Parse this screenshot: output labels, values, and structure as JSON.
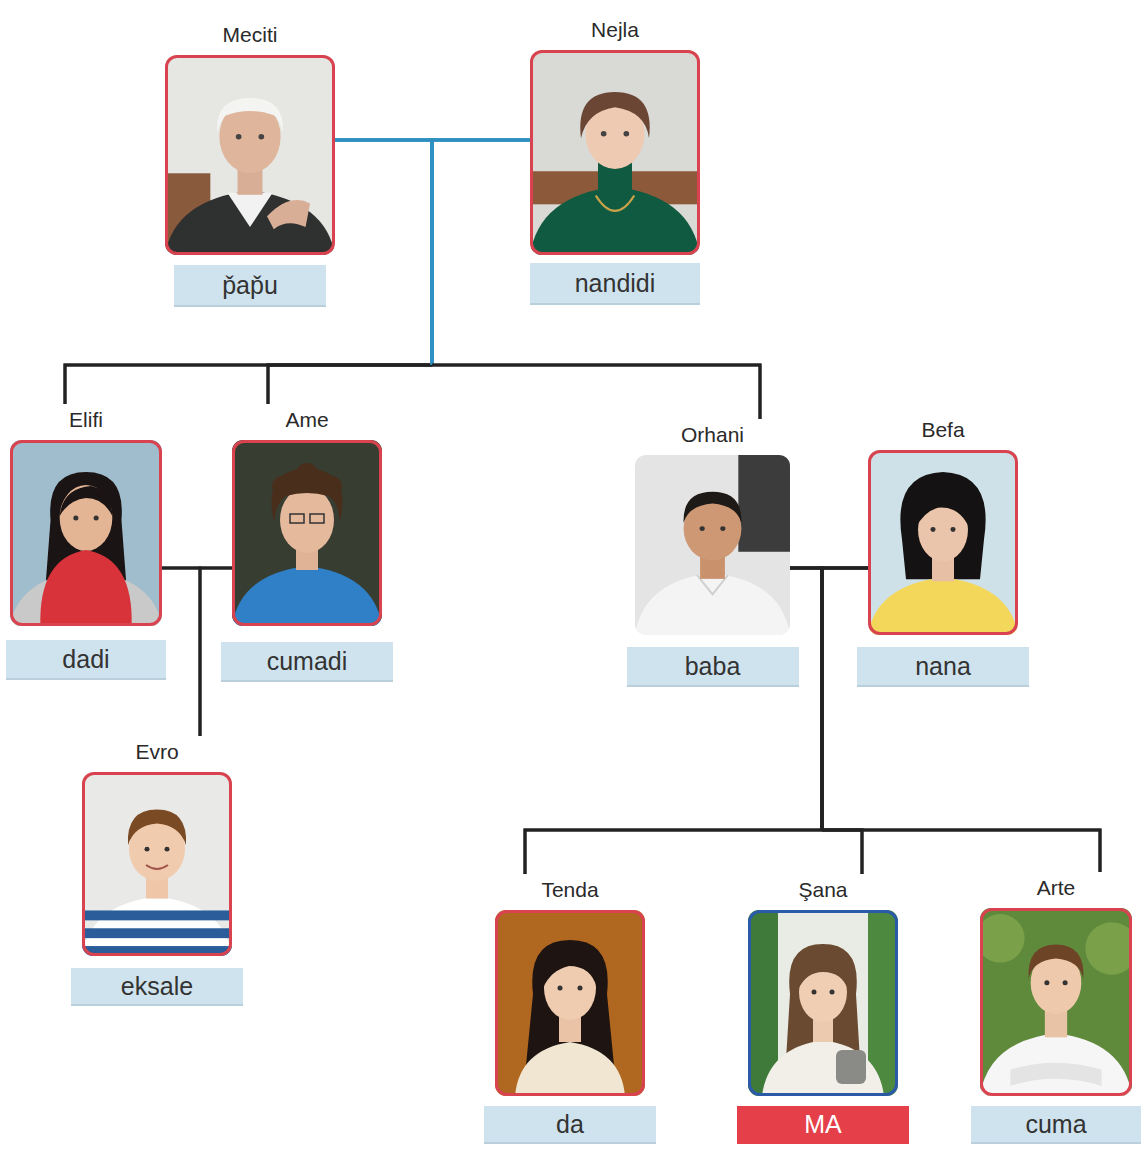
{
  "diagram": {
    "nodes": [
      {
        "text": [
          "Meciti",
          "p̌ap̌u"
        ]
      },
      {
        "text": [
          "Nejla",
          "nandidi"
        ]
      },
      {
        "text": [
          "Elifi",
          "dadi"
        ]
      },
      {
        "text": [
          "Ame",
          "cumadi"
        ]
      },
      {
        "text": [
          "Orhani",
          "baba"
        ]
      },
      {
        "text": [
          "Befa",
          "nana"
        ]
      },
      {
        "text": [
          "Evro",
          "eksale"
        ]
      },
      {
        "text": [
          "Tenda",
          "da"
        ]
      },
      {
        "text": [
          "Şana",
          "MA"
        ]
      },
      {
        "text": [
          "Arte",
          "cuma"
        ]
      }
    ],
    "edges": [
      {
        "from": 0,
        "to": 1,
        "arrow": "none"
      },
      {
        "from": 0,
        "to": 2,
        "arrow": "none"
      },
      {
        "from": 1,
        "to": 2,
        "arrow": "none"
      },
      {
        "from": 0,
        "to": 3,
        "arrow": "none"
      },
      {
        "from": 1,
        "to": 3,
        "arrow": "none"
      },
      {
        "from": 0,
        "to": 4,
        "arrow": "none"
      },
      {
        "from": 1,
        "to": 4,
        "arrow": "none"
      },
      {
        "from": 2,
        "to": 3,
        "arrow": "none"
      },
      {
        "from": 2,
        "to": 6,
        "arrow": "none"
      },
      {
        "from": 3,
        "to": 6,
        "arrow": "none"
      },
      {
        "from": 4,
        "to": 5,
        "arrow": "none"
      },
      {
        "from": 4,
        "to": 7,
        "arrow": "none"
      },
      {
        "from": 5,
        "to": 7,
        "arrow": "none"
      },
      {
        "from": 4,
        "to": 8,
        "arrow": "none"
      },
      {
        "from": 5,
        "to": 8,
        "arrow": "none"
      },
      {
        "from": 4,
        "to": 9,
        "arrow": "none"
      },
      {
        "from": 5,
        "to": 9,
        "arrow": "none"
      }
    ]
  }
}
